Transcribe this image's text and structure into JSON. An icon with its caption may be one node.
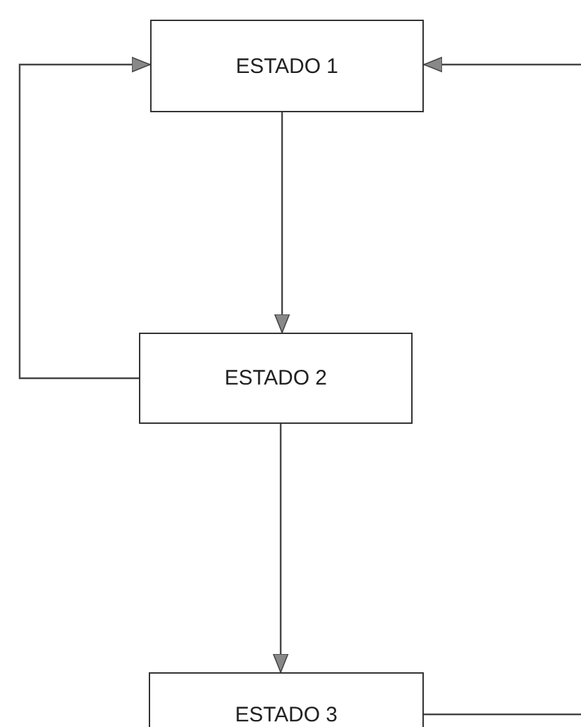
{
  "diagram": {
    "nodes": [
      {
        "text": [
          "ESTADO 1"
        ]
      },
      {
        "text": [
          "ESTADO 2"
        ]
      },
      {
        "text": [
          "ESTADO 3"
        ]
      }
    ],
    "edges": [
      {
        "from": 0,
        "to": 1,
        "arrow": "to"
      },
      {
        "from": 1,
        "to": 0,
        "arrow": "to"
      },
      {
        "from": null,
        "to": 0,
        "arrow": "to"
      },
      {
        "from": 1,
        "to": 2,
        "arrow": "to"
      },
      {
        "from": 2,
        "to": null,
        "arrow": "none"
      }
    ]
  }
}
